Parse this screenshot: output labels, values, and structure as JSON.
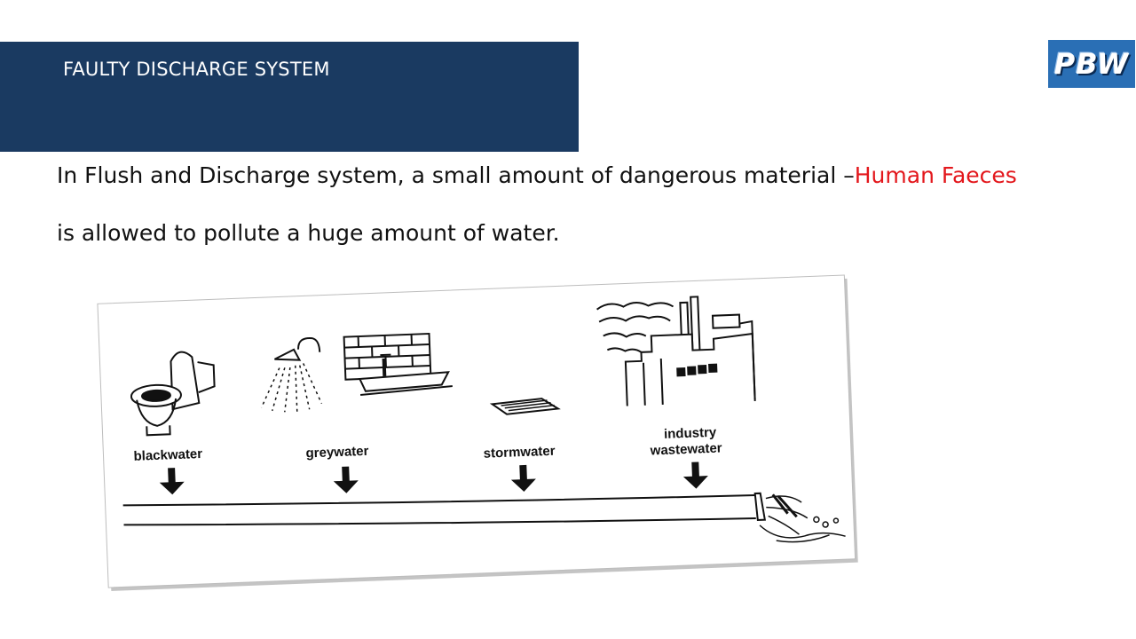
{
  "slide": {
    "title": "FAULTY DISCHARGE SYSTEM",
    "logo_text": "PBW",
    "body_line1_prefix": "In Flush and Discharge system, a small amount of dangerous material –",
    "body_line1_highlight": "Human Faeces",
    "body_line2": "is allowed to pollute a huge amount of water.",
    "highlight_color": "#e3171c",
    "title_bar_color": "#1a3a61"
  },
  "figure": {
    "labels": {
      "blackwater": "blackwater",
      "greywater": "greywater",
      "stormwater": "stormwater",
      "industry_line1": "industry",
      "industry_line2": "wastewater"
    },
    "icons": [
      "toilet-icon",
      "shower-icon",
      "sink-icon",
      "drain-grate-icon",
      "factory-icon",
      "pipe-outflow-icon"
    ]
  }
}
